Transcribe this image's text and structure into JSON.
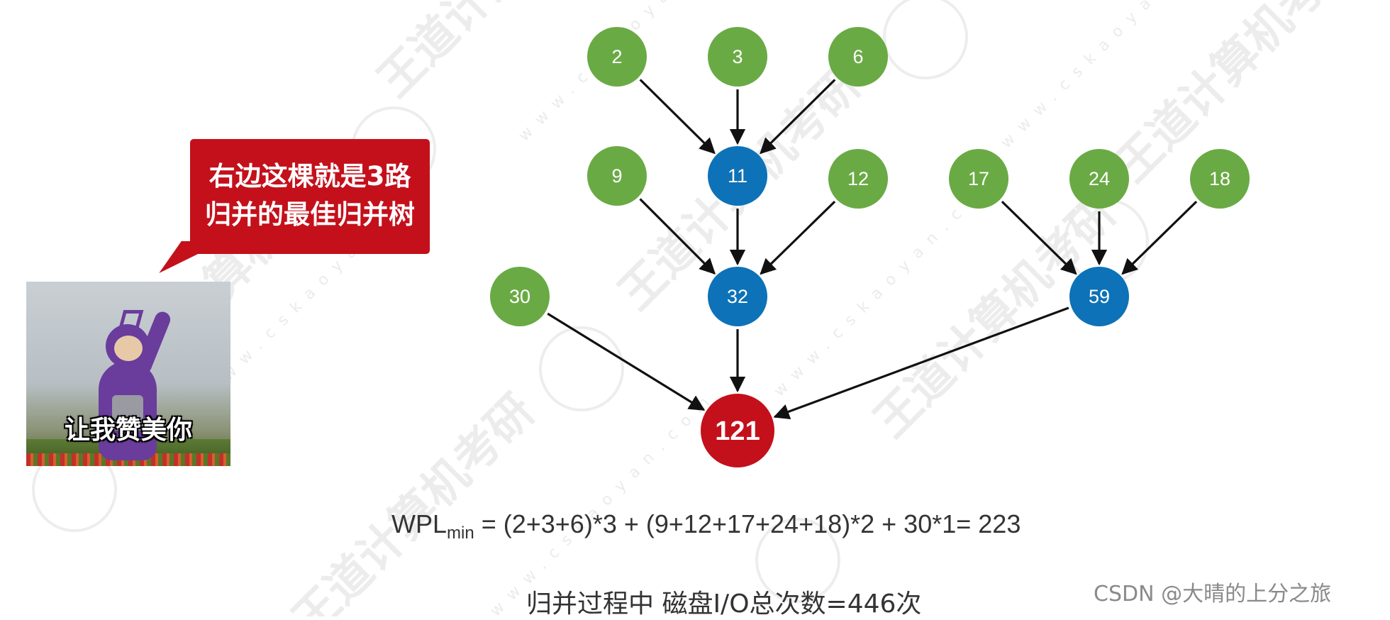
{
  "colors": {
    "leaf": "#6aaa45",
    "internal": "#0d72b7",
    "root": "#c4101b",
    "edge": "#111111",
    "bubble": "#c4101b"
  },
  "bubble": {
    "line1": "右边这棵就是3路",
    "line2": "归并的最佳归并树"
  },
  "meme": {
    "caption": "让我赞美你"
  },
  "tree": {
    "nodes": [
      {
        "id": "n2",
        "label": "2",
        "kind": "leaf"
      },
      {
        "id": "n3",
        "label": "3",
        "kind": "leaf"
      },
      {
        "id": "n6",
        "label": "6",
        "kind": "leaf"
      },
      {
        "id": "n9",
        "label": "9",
        "kind": "leaf"
      },
      {
        "id": "n11",
        "label": "11",
        "kind": "internal"
      },
      {
        "id": "n12",
        "label": "12",
        "kind": "leaf"
      },
      {
        "id": "n17",
        "label": "17",
        "kind": "leaf"
      },
      {
        "id": "n24",
        "label": "24",
        "kind": "leaf"
      },
      {
        "id": "n18",
        "label": "18",
        "kind": "leaf"
      },
      {
        "id": "n30",
        "label": "30",
        "kind": "leaf"
      },
      {
        "id": "n32",
        "label": "32",
        "kind": "internal"
      },
      {
        "id": "n59",
        "label": "59",
        "kind": "internal"
      },
      {
        "id": "n121",
        "label": "121",
        "kind": "root"
      }
    ],
    "edges": [
      [
        "n2",
        "n11"
      ],
      [
        "n3",
        "n11"
      ],
      [
        "n6",
        "n11"
      ],
      [
        "n9",
        "n32"
      ],
      [
        "n11",
        "n32"
      ],
      [
        "n12",
        "n32"
      ],
      [
        "n17",
        "n59"
      ],
      [
        "n24",
        "n59"
      ],
      [
        "n18",
        "n59"
      ],
      [
        "n30",
        "n121"
      ],
      [
        "n32",
        "n121"
      ],
      [
        "n59",
        "n121"
      ]
    ]
  },
  "formula": {
    "wpl_prefix": "WPL",
    "wpl_sub": "min",
    "wpl_rest": " = (2+3+6)*3 + (9+12+17+24+18)*2 + 30*1= 223",
    "io_text": "归并过程中 磁盘I/O总次数=446次"
  },
  "credit": "CSDN @大晴的上分之旅"
}
